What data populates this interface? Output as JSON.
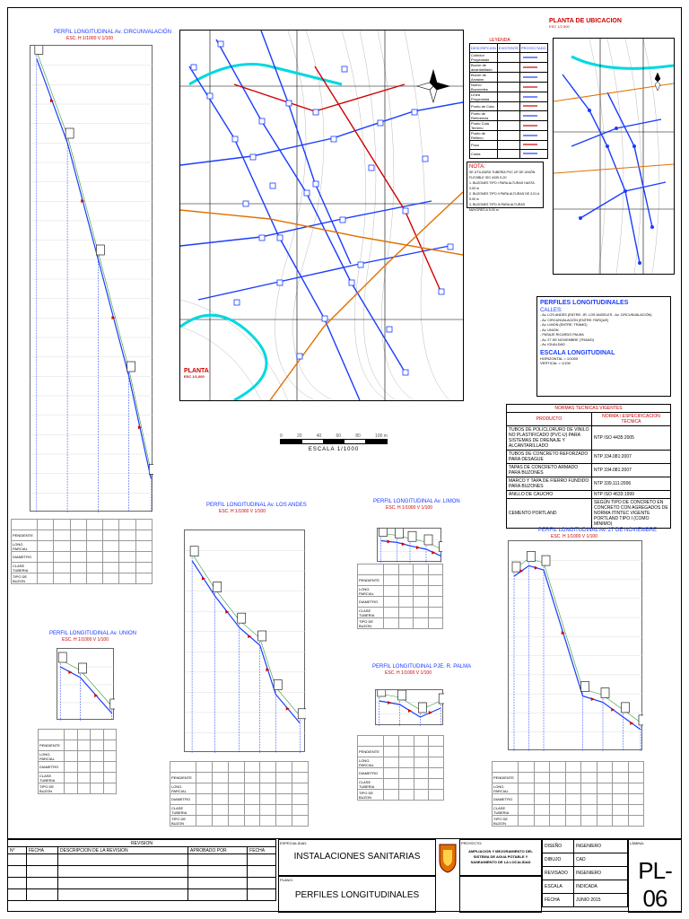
{
  "plan": {
    "label": "PLANTA",
    "scale": "ESC 1/1,000",
    "scale_bar_ticks": [
      "0",
      "20",
      "40",
      "60",
      "80",
      "100 m"
    ],
    "scale_bar_caption": "ESCALA 1/1000"
  },
  "location": {
    "title": "PLANTA DE UBICACION",
    "scale": "ESC 1/2,500"
  },
  "legend": {
    "title": "LEYENDA",
    "headers": [
      "DESCRIPCION",
      "EXISTENTE",
      "PROYECTADO"
    ],
    "rows": [
      "Colector Proyectado",
      "Buzón de alcantarillado",
      "Buzón de Arrastre",
      "Nuevo Buzonetes",
      "Línea Proyectada",
      "Punto de Cota",
      "Punto de Referencia",
      "Punto Cota Terreno",
      "Punto de Relleno",
      "Pozo",
      "Cotas"
    ]
  },
  "notes": {
    "title": "NOTA:",
    "lines": [
      "SE UTILIZARÁ TUBERÍA PVC UF DE UNIÓN FLEXIBLE ISO 4435 S-20",
      "1. BUZONES TIPO I PARA ALTURAS HASTA 3.00 m",
      "2. BUZONES TIPO II PARA ALTURAS DE 3.01 A 5.00 m",
      "3. BUZONES TIPO III PARA ALTURAS MAYORES A 5.00 m"
    ]
  },
  "profiles_box": {
    "title": "PERFILES LONGITUDINALES",
    "streets_label": "CALLES:",
    "streets": [
      "- Av. LOS ANDES (ENTRE: JR. LOS ANGELES - Av. CIRCUNVALACIÓN)",
      "- Av. CIRCUNVALACIÓN (ENTRE: PARQUE)",
      "- Av. LIMON (ENTRE: TRAMO)",
      "- Av. UNION",
      "- PASAJE RICARDO PALMA",
      "- Av. 27 DE NOVIEMBRE (TRAMO)",
      "- Av. IGUALDAD"
    ],
    "scale_title": "ESCALA LONGITUDINAL",
    "scale_h": "HORIZONTAL = 1/1000",
    "scale_v": "VERTICAL = 1/100"
  },
  "norms": {
    "title": "NORMAS TECNICAS VIGENTES",
    "headers": [
      "PRODUCTO",
      "NORMA / ESPECIFICACION TECNICA"
    ],
    "rows": [
      [
        "TUBOS DE POLICLORURO DE VINILO NO PLASTIFICADO (PVC-U) PARA SISTEMAS DE DRENAJE Y ALCANTARILLADO",
        "NTP ISO 4435:2005"
      ],
      [
        "TUBOS DE CONCRETO REFORZADO PARA DESAGUE",
        "NTP 334.081:2007"
      ],
      [
        "TAPAS DE CONCRETO ARMADO PARA BUZONES",
        "NTP 334.081:2007"
      ],
      [
        "MARCO Y TAPA DE FIERRO FUNDIDO PARA BUZONES",
        "NTP 339.111:2006"
      ],
      [
        "ANILLO DE CAUCHO",
        "NTP ISO 4633:1999"
      ],
      [
        "CEMENTO PORTLAND",
        "SEGÚN TIPO DE CONCRETO EN CONCRETO CON AGREGADOS DE NORMA ITINTEC VIGENTE PORTLAND TIPO I (COMO MÍNIMO)"
      ]
    ]
  },
  "profiles": [
    {
      "title": "PERFIL LONGITUDINAL Av. CIRCUNVALACIÓN",
      "sub": "ESC. H 1/1000 V 1/100"
    },
    {
      "title": "PERFIL LONGITUDINAL Av. LOS ANDES",
      "sub": "ESC. H 1/1000 V 1/100"
    },
    {
      "title": "PERFIL LONGITUDINAL Av. LIMON",
      "sub": "ESC. H 1/1000 V 1/100"
    },
    {
      "title": "PERFIL LONGITUDINAL Av. UNION",
      "sub": "ESC. H 1/1000 V 1/100"
    },
    {
      "title": "PERFIL LONGITUDINAL PJE. R. PALMA",
      "sub": "ESC. H 1/1000 V 1/100"
    },
    {
      "title": "PERFIL LONGITUDINAL Av. 27 DE NOVIEMBRE",
      "sub": "ESC. H 1/1000 V 1/100"
    }
  ],
  "profile_table_rows": [
    "PENDIENTE",
    "LONG. PARCIAL",
    "DIAMETRO",
    "CLASE TUBERIA",
    "TIPO DE BUZON"
  ],
  "titleblock": {
    "revision_label": "REVISION",
    "revision_cols": [
      "N°",
      "FECHA",
      "DESCRIPCION DE LA REVISION",
      "APROBADO POR",
      "FECHA"
    ],
    "project_label": "PROYECTO:",
    "project_value": "AMPLIACION Y MEJORAMIENTO DEL SISTEMA DE AGUA POTABLE Y SANEAMIENTO DE LA LOCALIDAD",
    "main_title": "INSTALACIONES SANITARIAS",
    "plane_label": "PLANO:",
    "plane_value": "PERFILES LONGITUDINALES",
    "fields": [
      [
        "DISEÑO",
        "INGENIERO"
      ],
      [
        "DIBUJO",
        "CAD"
      ],
      [
        "REVISADO",
        "INGENIERO"
      ],
      [
        "ESCALA",
        "INDICADA"
      ],
      [
        "FECHA",
        "JUNIO 2015"
      ]
    ],
    "sheet_label": "LÁMINA:",
    "sheet_code": "PL-06"
  },
  "colors": {
    "blue": "#1a3cff",
    "red": "#d00000",
    "cyan": "#00d8e0",
    "green": "#3a9a3a"
  }
}
